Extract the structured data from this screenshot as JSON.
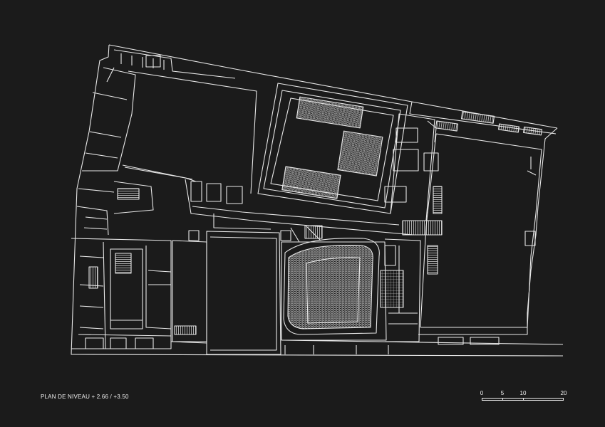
{
  "caption": "PLAN DE NIVEAU + 2.66 / +3.50",
  "scale": {
    "ticks": [
      "0",
      "5",
      "10",
      "20"
    ],
    "values": [
      0,
      5,
      10,
      20
    ],
    "max": 20
  },
  "colors": {
    "background": "#1b1b1b",
    "lines": "#e8e8e8",
    "text": "#f2f2f2"
  }
}
